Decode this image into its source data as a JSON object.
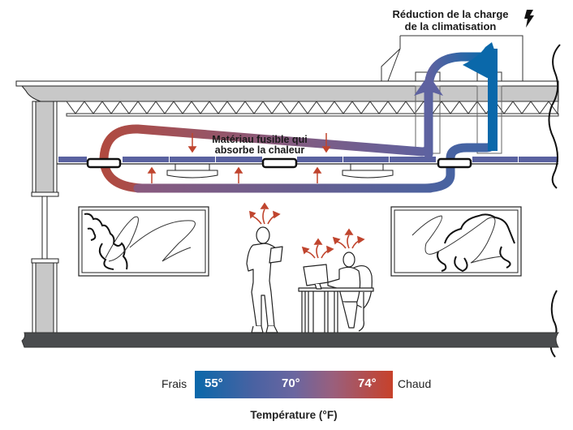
{
  "title": {
    "line1": "Réduction de la charge",
    "line2": "de la climatisation",
    "icon": "lightning-bolt-icon"
  },
  "annotation": {
    "line1": "Matériau fusible qui",
    "line2": "absorbe la chaleur"
  },
  "legend": {
    "cold_label": "Frais",
    "hot_label": "Chaud",
    "title": "Température (°F)",
    "values": [
      "55°",
      "70°",
      "74°"
    ],
    "colors": {
      "cold": "#0a68aa",
      "mid": "#6a66a0",
      "hot": "#c7412a"
    }
  },
  "colors": {
    "heat_arrow": "#c0452e",
    "ceiling_panel": "#5a62a0",
    "structure_gray": "#c8c8c8",
    "floor": "#4a4c4e"
  }
}
